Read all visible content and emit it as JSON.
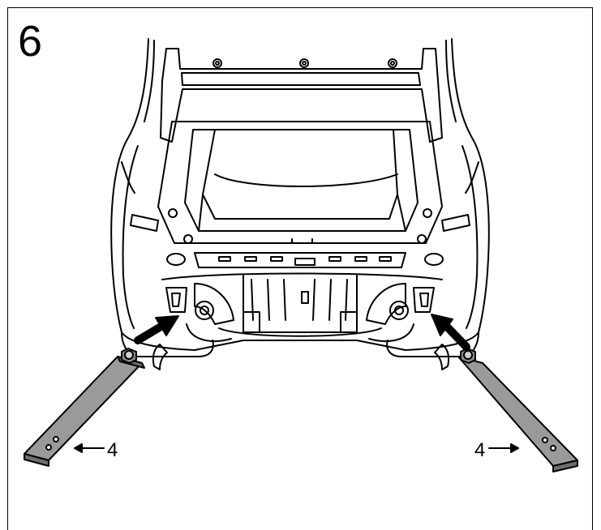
{
  "step": {
    "number": "6"
  },
  "callouts": {
    "left_label": "4",
    "right_label": "4"
  }
}
